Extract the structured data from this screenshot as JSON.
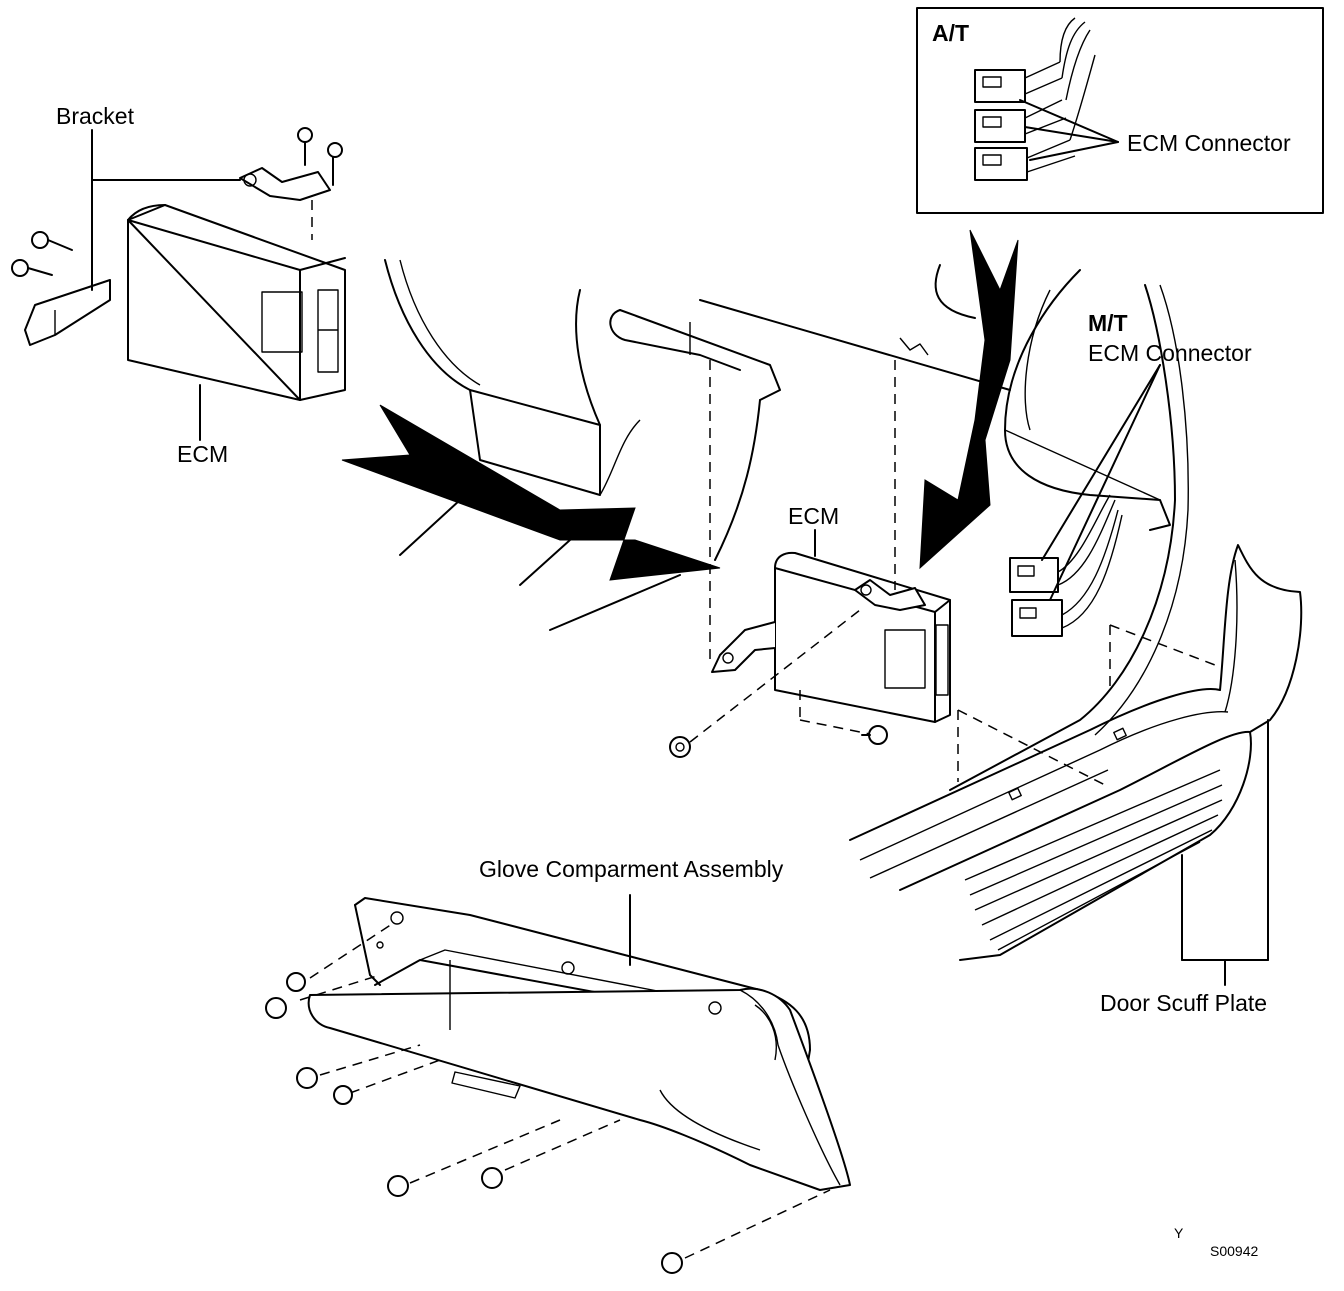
{
  "labels": {
    "bracket": "Bracket",
    "ecm_left": "ECM",
    "ecm_center": "ECM",
    "at": "A/T",
    "at_ecm_connector": "ECM Connector",
    "mt": "M/T",
    "mt_ecm_connector": "ECM Connector",
    "glove_compartment": "Glove Comparment Assembly",
    "door_scuff_plate": "Door Scuff Plate",
    "corner_y": "Y",
    "figure_code": "S00942"
  }
}
